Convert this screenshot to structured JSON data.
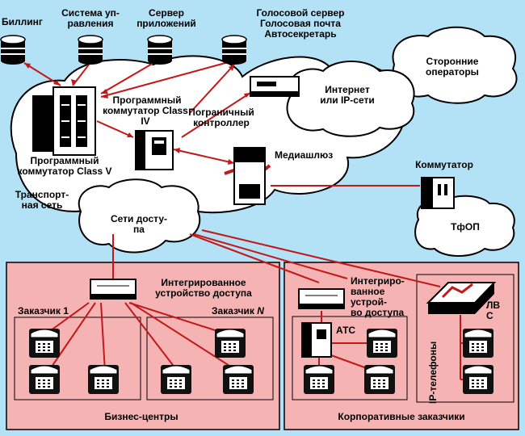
{
  "servers": {
    "billing": "Биллинг",
    "mgmt_1": "Система уп-",
    "mgmt_2": "равления",
    "app_1": "Сервер",
    "app_2": "приложений",
    "voice_1": "Голосовой сервер",
    "voice_2": "Голосовая почта",
    "voice_3": "Автосекретарь"
  },
  "clouds": {
    "operators_1": "Сторонние",
    "operators_2": "операторы",
    "internet_1": "Интернет",
    "internet_2": "или IP-сети",
    "transport_1": "Транспорт-",
    "transport_2": "ная сеть",
    "access_1": "Сети досту-",
    "access_2": "па",
    "pstn": "ТфОП"
  },
  "equipment": {
    "softswitch4_1": "Программный",
    "softswitch4_2": "коммутатор Class",
    "softswitch4_3": "IV",
    "softswitch5_1": "Программный",
    "softswitch5_2": "коммутатор Class V",
    "border_1": "Пограничный",
    "border_2": "контроллер",
    "mediagw": "Медиашлюз",
    "switch": "Коммутатор",
    "iad_1": "Интегрированное",
    "iad_2": "устройство доступа",
    "iad2_1": "Интегриро-",
    "iad2_2": "ванное",
    "iad2_3": "устрой-",
    "iad2_4": "во доступа",
    "pbx": "АТС",
    "lan_1": "ЛВ",
    "lan_2": "С",
    "ipphones": "IP-телефоны"
  },
  "regions": {
    "business": "Бизнес-центры",
    "customer1": "Заказчик 1",
    "customerN_prefix": "Заказчик ",
    "customerN_italic": "N",
    "corporate": "Корпоративные заказчики"
  },
  "colors": {
    "background": "#b3e1f6",
    "cloud": "#ffffff",
    "region": "#f5b3b3",
    "link": "#c41818"
  }
}
